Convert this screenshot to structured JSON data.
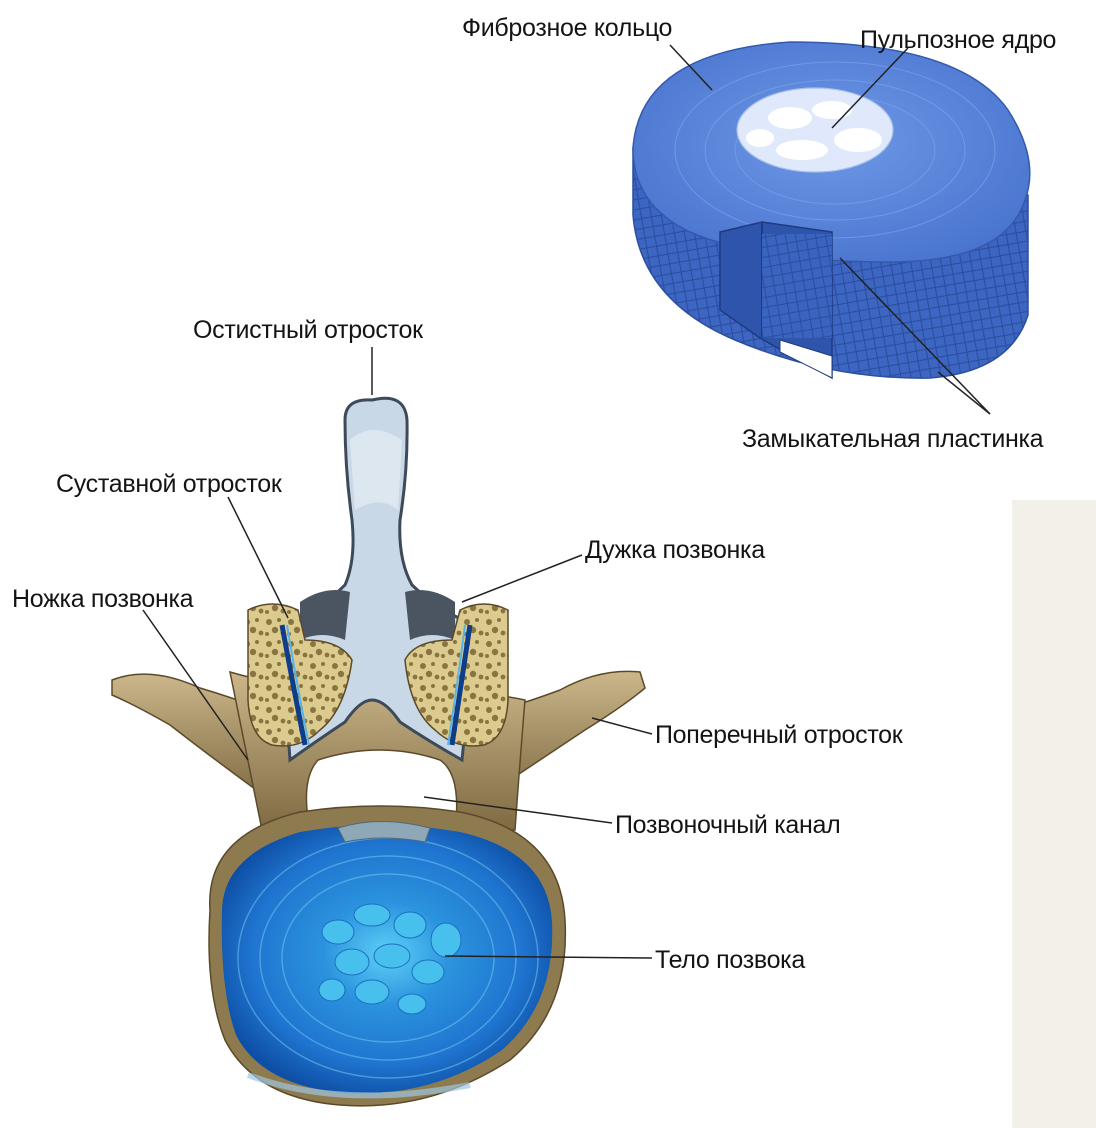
{
  "labels": {
    "annulus_fibrosus": "Фиброзное кольцо",
    "nucleus_pulposus": "Пульпозное ядро",
    "end_plate": "Замыкательная пластинка",
    "spinous_process": "Остистный отросток",
    "articular_process": "Суставной отросток",
    "vertebral_arch": "Дужка позвонка",
    "pedicle": "Ножка позвонка",
    "transverse_process": "Поперечный отросток",
    "vertebral_canal": "Позвоночный канал",
    "vertebral_body": "Тело позвока"
  },
  "colors": {
    "disc_blue": "#5b86d9",
    "disc_blue_dark": "#3e66bf",
    "body_blue": "#1a6fd0",
    "body_cyan": "#3fb0ea",
    "bone_tan": "#a08a5a",
    "cancellous_bone": "#d8c98e",
    "cartilage": "#c7d7e6"
  }
}
